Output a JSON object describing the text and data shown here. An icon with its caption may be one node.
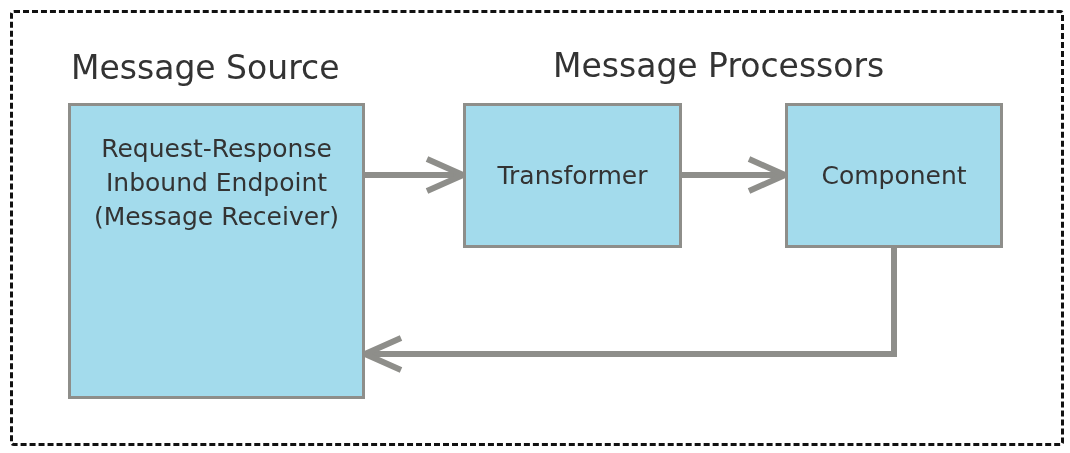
{
  "diagram": {
    "nodes": [
      {
        "text": [],
        "shape": "box"
      },
      {
        "text": [
          "Message Source",
          "Request-Response Inbound Endpoint (Message Receiver)"
        ],
        "in": 0
      },
      {
        "text": [
          "Transformer"
        ],
        "in": 0
      },
      {
        "text": [
          "Component"
        ],
        "in": 0
      }
    ],
    "edges": [
      {
        "from": 1,
        "to": 2,
        "arrow": "to"
      },
      {
        "from": 2,
        "to": 3,
        "arrow": "to"
      },
      {
        "from": 3,
        "to": 1,
        "arrow": "to"
      }
    ],
    "labels": [
      "Message Processors"
    ]
  }
}
